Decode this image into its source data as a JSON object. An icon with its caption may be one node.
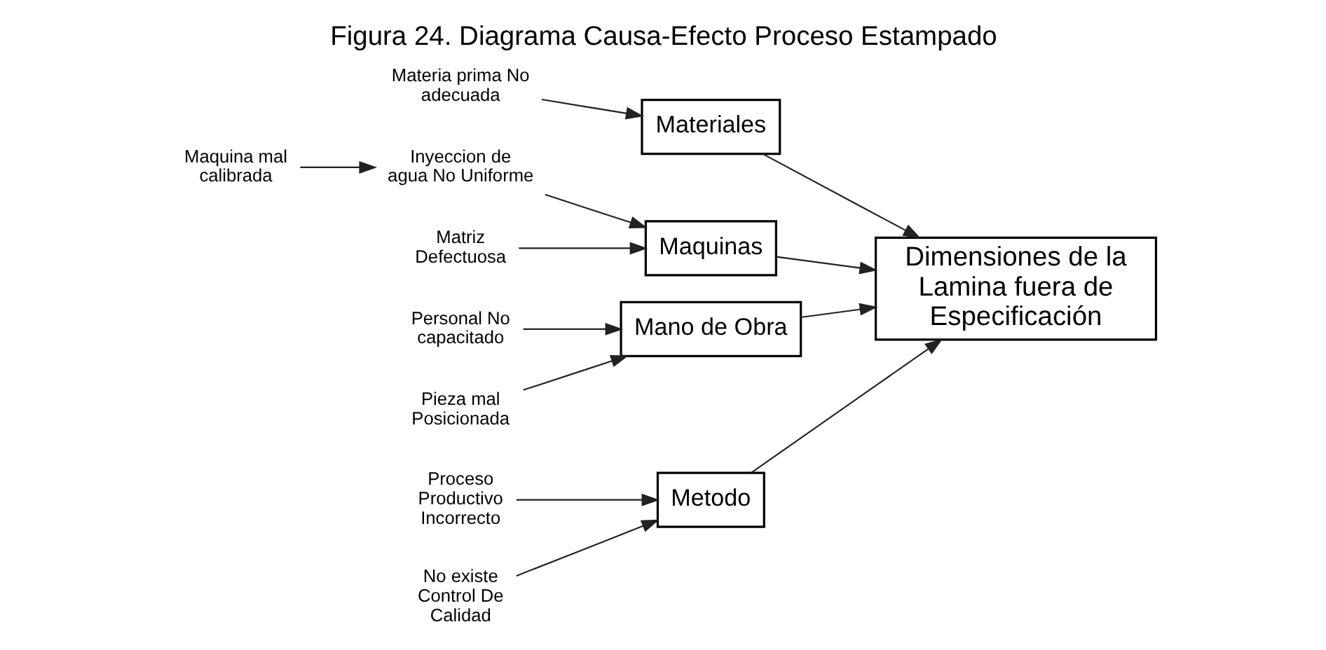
{
  "diagram": {
    "title": "Figura 24. Diagrama Causa-Efecto Proceso Estampado",
    "nodes": [
      {
        "text": [
          "Metodo"
        ]
      },
      {
        "text": [
          "Materiales"
        ]
      },
      {
        "text": [
          "Maquinas"
        ]
      },
      {
        "text": [
          "Mano de Obra"
        ]
      },
      {
        "text": [
          "Dimensiones de la Lamina fuera de Especificación"
        ]
      },
      {
        "text": [
          "Proceso Productivo Incorrecto"
        ]
      },
      {
        "text": [
          "No existe Control De Calidad"
        ]
      },
      {
        "text": [
          "Materia prima No adecuada"
        ]
      },
      {
        "text": [
          "Inyeccion de agua No Uniforme"
        ]
      },
      {
        "text": [
          "Maquina mal calibrada"
        ]
      },
      {
        "text": [
          "Matriz Defectuosa"
        ]
      },
      {
        "text": [
          "Personal No capacitado"
        ]
      },
      {
        "text": [
          "Pieza mal Posicionada"
        ]
      }
    ],
    "edges": [
      {
        "from": 0,
        "to": 4,
        "arrow": "to"
      },
      {
        "from": 1,
        "to": 4,
        "arrow": "to"
      },
      {
        "from": 2,
        "to": 4,
        "arrow": "to"
      },
      {
        "from": 3,
        "to": 4,
        "arrow": "to"
      },
      {
        "from": 5,
        "to": 0,
        "arrow": "to"
      },
      {
        "from": 6,
        "to": 0,
        "arrow": "to"
      },
      {
        "from": 7,
        "to": 1,
        "arrow": "to"
      },
      {
        "from": 8,
        "to": 2,
        "arrow": "to"
      },
      {
        "from": 9,
        "to": 8,
        "arrow": "to"
      },
      {
        "from": 10,
        "to": 2,
        "arrow": "to"
      },
      {
        "from": 11,
        "to": 3,
        "arrow": "to"
      },
      {
        "from": 12,
        "to": 3,
        "arrow": "to"
      }
    ]
  }
}
